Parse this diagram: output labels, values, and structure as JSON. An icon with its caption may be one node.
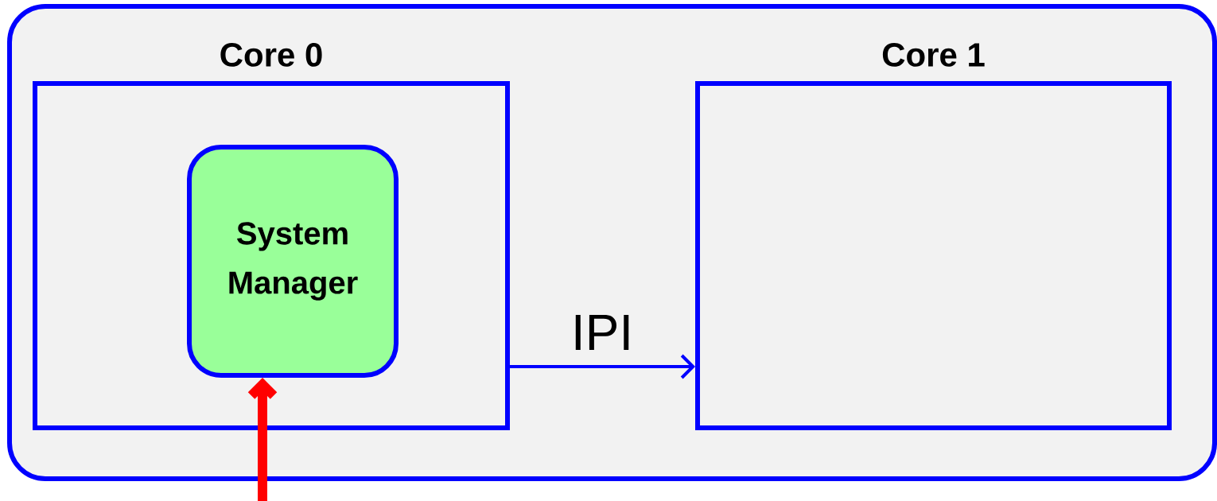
{
  "diagram": {
    "nodes": [
      {
        "text": [],
        "shape": "box"
      },
      {
        "text": [
          "Core 0"
        ],
        "in": 0
      },
      {
        "text": [
          "System Manager"
        ],
        "in": 1
      },
      {
        "text": [
          "Core 1"
        ],
        "in": 0
      }
    ],
    "edges": [
      {
        "from": 1,
        "to": 3,
        "arrow": "to",
        "label": "IPI"
      },
      {
        "from": null,
        "to": 2,
        "arrow": "to",
        "style": "thick",
        "color": "#ff0000"
      }
    ]
  }
}
